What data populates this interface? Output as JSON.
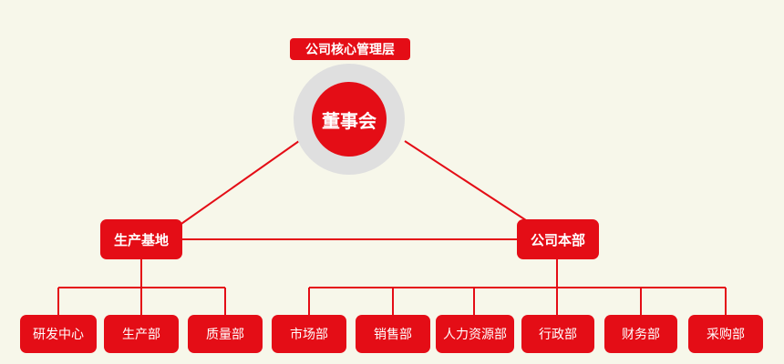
{
  "core": {
    "badge": "公司核心管理层",
    "board": "董事会"
  },
  "left_branch": {
    "label": "生产基地",
    "children": [
      "研发中心",
      "生产部",
      "质量部"
    ]
  },
  "right_branch": {
    "label": "公司本部",
    "children": [
      "市场部",
      "销售部",
      "人力资源部",
      "行政部",
      "财务部",
      "采购部"
    ]
  },
  "colors": {
    "accent": "#e40d16",
    "halo": "#dfdfdf",
    "background": "#f7f7ea"
  }
}
